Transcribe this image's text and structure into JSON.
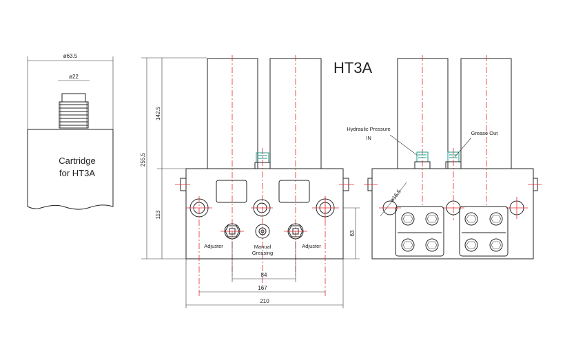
{
  "title": "HT3A",
  "cartridge": {
    "label_line1": "Cartridge",
    "label_line2": "for HT3A",
    "dim_outer": "ø63.5",
    "dim_neck": "ø22"
  },
  "front_view": {
    "labels": {
      "adjuster_left": "Adjuster",
      "manual_greasing_line1": "Manual",
      "manual_greasing_line2": "Greasing",
      "adjuster_right": "Adjuster"
    },
    "dims": {
      "total_height": "255.5",
      "tube_height": "142.5",
      "block_height": "113",
      "port_height": "63",
      "adjuster_spacing": "84",
      "port_spacing": "167",
      "block_width": "210"
    }
  },
  "side_view": {
    "labels": {
      "hydraulic_line1": "Hydraulic Pressure",
      "hydraulic_line2": "IN",
      "grease_out": "Grease Out"
    },
    "dims": {
      "port_diameter": "ø16.5"
    }
  },
  "colors": {
    "line": "#222222",
    "centerline": "#e0282f",
    "fitting": "#1a9a8a"
  }
}
